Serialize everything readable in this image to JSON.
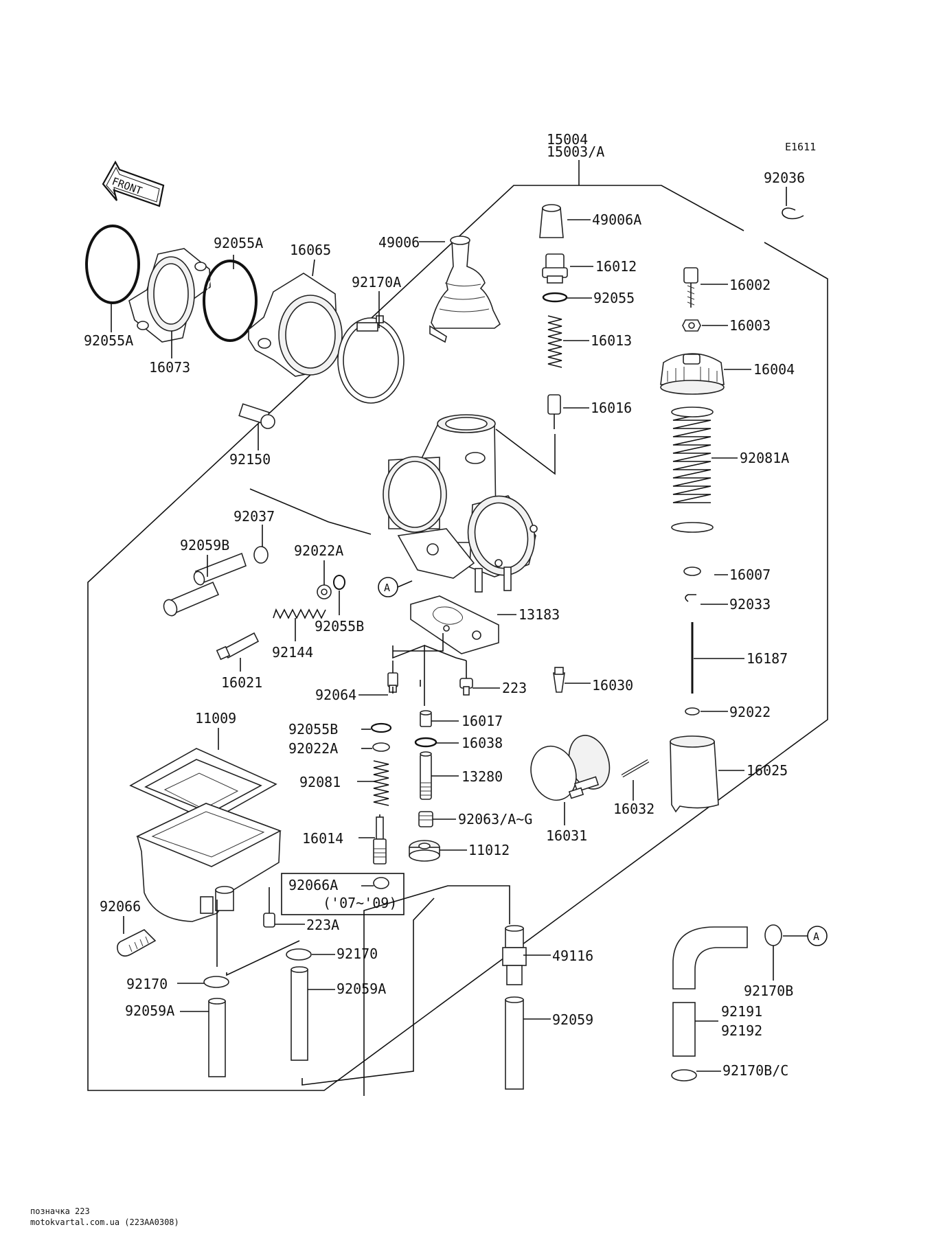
{
  "diagram": {
    "code": "E1611",
    "front_label": "FRONT",
    "callout_a": "A",
    "assembly_label_1": "15004",
    "assembly_label_2": "15003/A",
    "parts": [
      "92055A",
      "16073",
      "92055A",
      "16065",
      "92170A",
      "49006",
      "92150",
      "49006A",
      "16012",
      "92055",
      "16013",
      "16016",
      "92036",
      "16002",
      "16003",
      "16004",
      "92081A",
      "16007",
      "92033",
      "16187",
      "92022",
      "16025",
      "92037",
      "92059B",
      "92022A",
      "92055B",
      "92144",
      "16021",
      "13183",
      "92064",
      "223",
      "16030",
      "16017",
      "16038",
      "13280",
      "92063/A~G",
      "11012",
      "16031",
      "16032",
      "11009",
      "92055B",
      "92022A",
      "92081",
      "16014",
      "92066A",
      "('07~'09)",
      "92066",
      "223A",
      "92170",
      "92170",
      "92059A",
      "92059A",
      "49116",
      "92059",
      "92170B",
      "92191",
      "92192",
      "92170B/C"
    ]
  },
  "footer": {
    "line1": "позначка 223",
    "line2": "motokvartal.com.ua (223AA0308)"
  }
}
